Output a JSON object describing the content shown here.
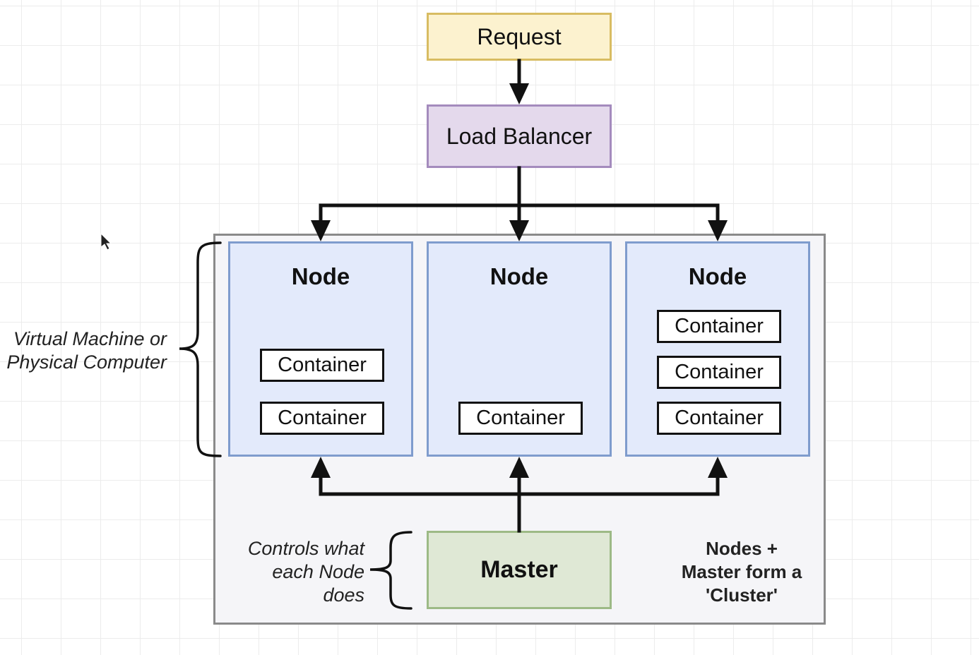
{
  "diagram": {
    "request": {
      "label": "Request"
    },
    "load_balancer": {
      "label": "Load Balancer"
    },
    "nodes": [
      {
        "title": "Node",
        "containers": [
          "Container",
          "Container"
        ]
      },
      {
        "title": "Node",
        "containers": [
          "Container"
        ]
      },
      {
        "title": "Node",
        "containers": [
          "Container",
          "Container",
          "Container"
        ]
      }
    ],
    "master": {
      "label": "Master"
    },
    "annotations": {
      "vm_line1": "Virtual Machine or",
      "vm_line2": "Physical Computer",
      "controls_line1": "Controls what",
      "controls_line2": "each Node",
      "controls_line3": "does",
      "cluster_line1": "Nodes +",
      "cluster_line2": "Master form a",
      "cluster_line3": "'Cluster'"
    }
  },
  "colors": {
    "request_fill": "#fcf2cf",
    "request_stroke": "#d8bc62",
    "load_balancer_fill": "#e4d9ec",
    "load_balancer_stroke": "#a48bbd",
    "node_fill": "#e3eafb",
    "node_stroke": "#7f9ccd",
    "master_fill": "#dfe8d5",
    "master_stroke": "#9dba86",
    "cluster_fill": "#f5f5f8",
    "cluster_stroke": "#8a8a8a"
  }
}
